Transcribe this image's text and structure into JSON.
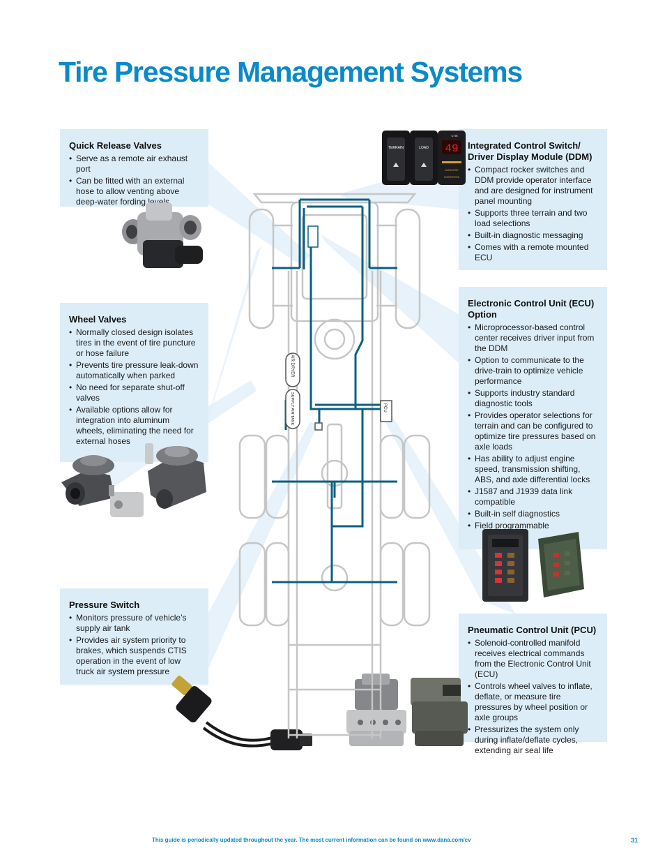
{
  "page": {
    "title": "Tire Pressure Management Systems",
    "footer_note": "This guide is periodically updated throughout the year.  The most current information can be found on www.dana.com/cv",
    "page_number": "31"
  },
  "colors": {
    "title": "#0a8ac8",
    "box_background": "#dcedf8",
    "beam": "#cfe6f6",
    "air_line": "#0b5f83",
    "chassis_outline": "#c8c8c8"
  },
  "sections": {
    "quick_release_valves": {
      "heading": "Quick Release Valves",
      "bullets": [
        "Serve as a remote air exhaust port",
        "Can be fitted with an external hose to allow venting above deep-water fording levels"
      ]
    },
    "wheel_valves": {
      "heading": "Wheel Valves",
      "bullets": [
        "Normally closed design isolates tires in the event of tire puncture or hose failure",
        "Prevents tire pressure leak-down automatically when parked",
        "No need for separate shut-off valves",
        "Available options allow for integration into aluminum wheels, eliminating the need for external hoses"
      ]
    },
    "pressure_switch": {
      "heading": "Pressure Switch",
      "bullets": [
        "Monitors pressure of vehicle’s supply air tank",
        "Provides air system priority to brakes, which suspends CTIS operation in the event of low truck air system pressure"
      ]
    },
    "ddm": {
      "heading": "Integrated Control Switch/ Driver Display Module (DDM)",
      "bullets": [
        "Compact rocker switches and DDM provide operator interface and are designed for instrument panel mounting",
        "Supports three terrain and two load selections",
        "Built-in diagnostic messaging",
        "Comes with a remote mounted ECU"
      ]
    },
    "ecu": {
      "heading": "Electronic Control Unit (ECU) Option",
      "bullets": [
        "Microprocessor-based control center receives driver input from the DDM",
        "Option to communicate to the drive-train to optimize vehicle performance",
        "Supports industry standard diagnostic tools",
        "Provides operator selections for terrain and can be configured to optimize tire pressures based on axle loads",
        "Has ability to adjust engine speed, transmission shifting, ABS, and axle differential locks",
        "J1587 and J1939 data link compatible",
        "Built-in self diagnostics",
        "Field programmable"
      ]
    },
    "pcu": {
      "heading": "Pneumatic Control Unit (PCU)",
      "bullets": [
        "Solenoid-controlled manifold receives electrical commands from the Electronic Control Unit (ECU)",
        "Controls wheel valves to inflate, deflate, or measure tire pressures by wheel position or axle groups",
        "Pressurizes the system only during inflate/deflate cycles, extending air seal life"
      ]
    }
  },
  "diagram": {
    "air_dryer_label": "AIR DRYER",
    "supply_tank_label": "SUPPLY AIR TANK",
    "pcu_label": "PCU"
  },
  "ddm_photo": {
    "switch_1_label": "TERRAIN",
    "switch_2_label": "LOAD",
    "switch_3_label": "CTIS",
    "display_reading": "49",
    "indicator_1": "DIAGNOSE",
    "indicator_2": "OVERSPEED"
  }
}
